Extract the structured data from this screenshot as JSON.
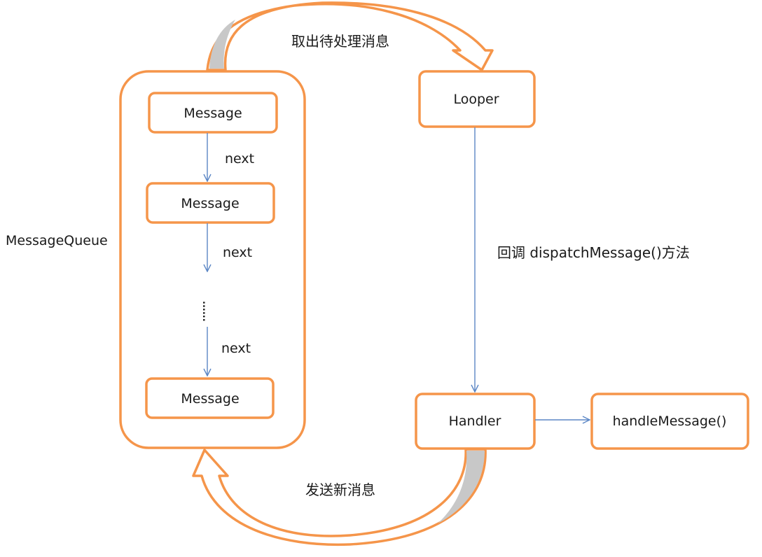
{
  "diagram": {
    "queue_label": "MessageQueue",
    "messages": [
      "Message",
      "Message",
      "Message"
    ],
    "next_labels": [
      "next",
      "next",
      "next"
    ],
    "ellipsis": "......",
    "looper": "Looper",
    "handler": "Handler",
    "handle_message": "handleMessage()",
    "take_out_label": "取出待处理消息",
    "callback_label": "回调 dispatchMessage()方法",
    "send_label": "发送新消息"
  },
  "colors": {
    "node_border": "#f5954a",
    "curve_fill": "#c8c8c8",
    "arrow": "#5b86c5"
  }
}
